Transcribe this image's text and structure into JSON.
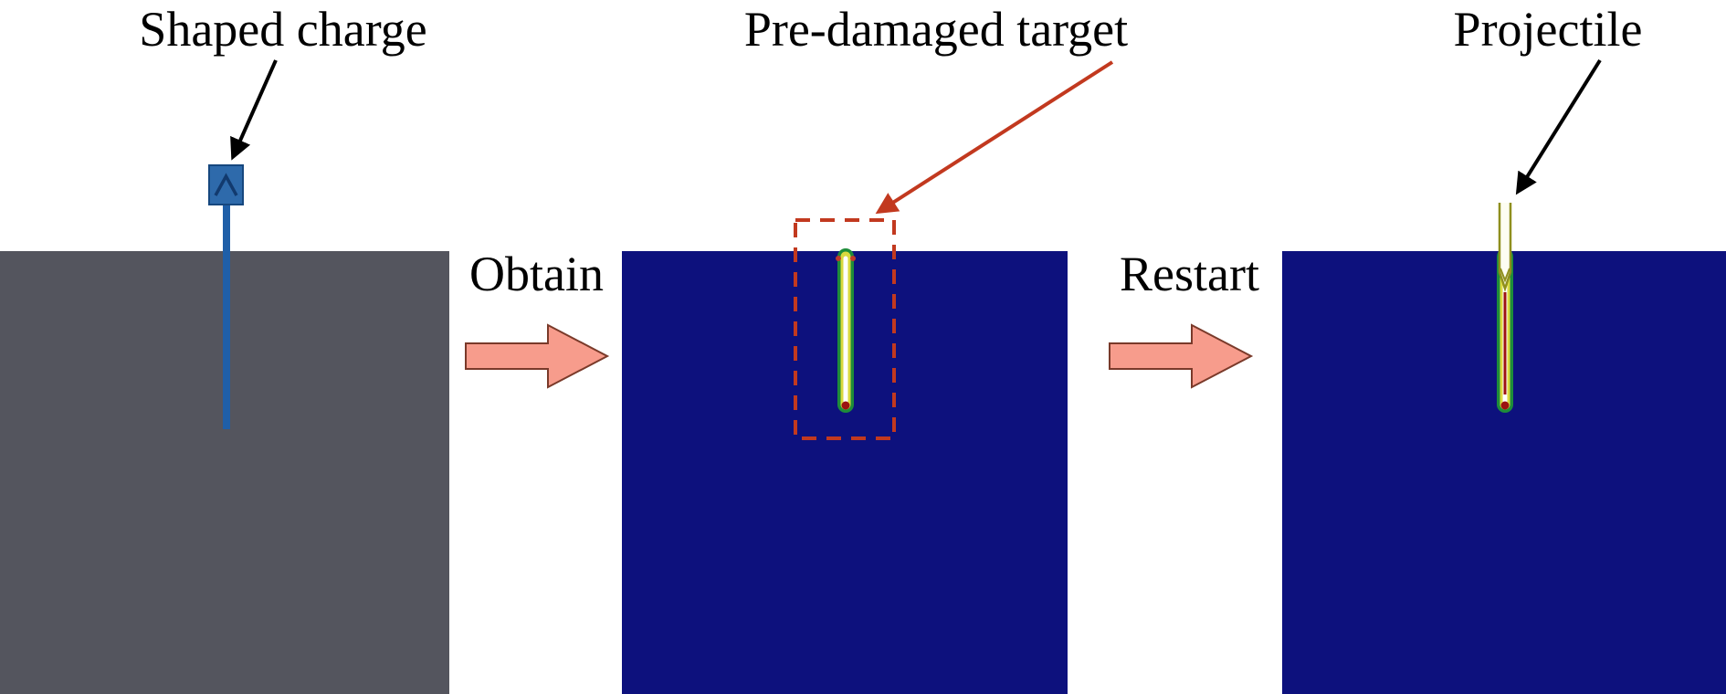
{
  "annotations": {
    "shaped_charge": "Shaped charge",
    "pre_damaged": "Pre-damaged target",
    "projectile": "Projectile"
  },
  "steps": {
    "obtain": "Obtain",
    "restart": "Restart"
  },
  "colors": {
    "gray_target": "#54555e",
    "navy_target": "#0d117d",
    "salmon_arrow": "#f79c8c",
    "salmon_arrow_outline": "#7a3a2a",
    "annotation_red": "#c2391f",
    "charge_blue": "#1f5fa8",
    "charge_head_blue": "#2e6aab",
    "projectile_olive": "#8f8f1f",
    "damage_green": "#1e8c3a",
    "damage_yellow": "#d9d93f",
    "damage_red": "#9c1212"
  }
}
